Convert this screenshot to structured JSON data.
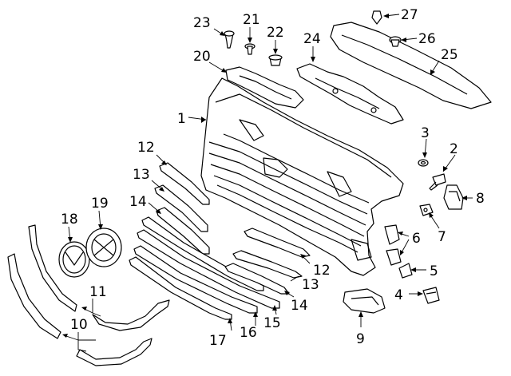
{
  "callouts": {
    "c1": "1",
    "c2": "2",
    "c3": "3",
    "c4": "4",
    "c5": "5",
    "c6": "6",
    "c7": "7",
    "c8": "8",
    "c9": "9",
    "c10": "10",
    "c11": "11",
    "c12a": "12",
    "c12b": "12",
    "c13a": "13",
    "c13b": "13",
    "c14a": "14",
    "c14b": "14",
    "c15": "15",
    "c16": "16",
    "c17": "17",
    "c18": "18",
    "c19": "19",
    "c20": "20",
    "c21": "21",
    "c22": "22",
    "c23": "23",
    "c24": "24",
    "c25": "25",
    "c26": "26",
    "c27": "27"
  }
}
